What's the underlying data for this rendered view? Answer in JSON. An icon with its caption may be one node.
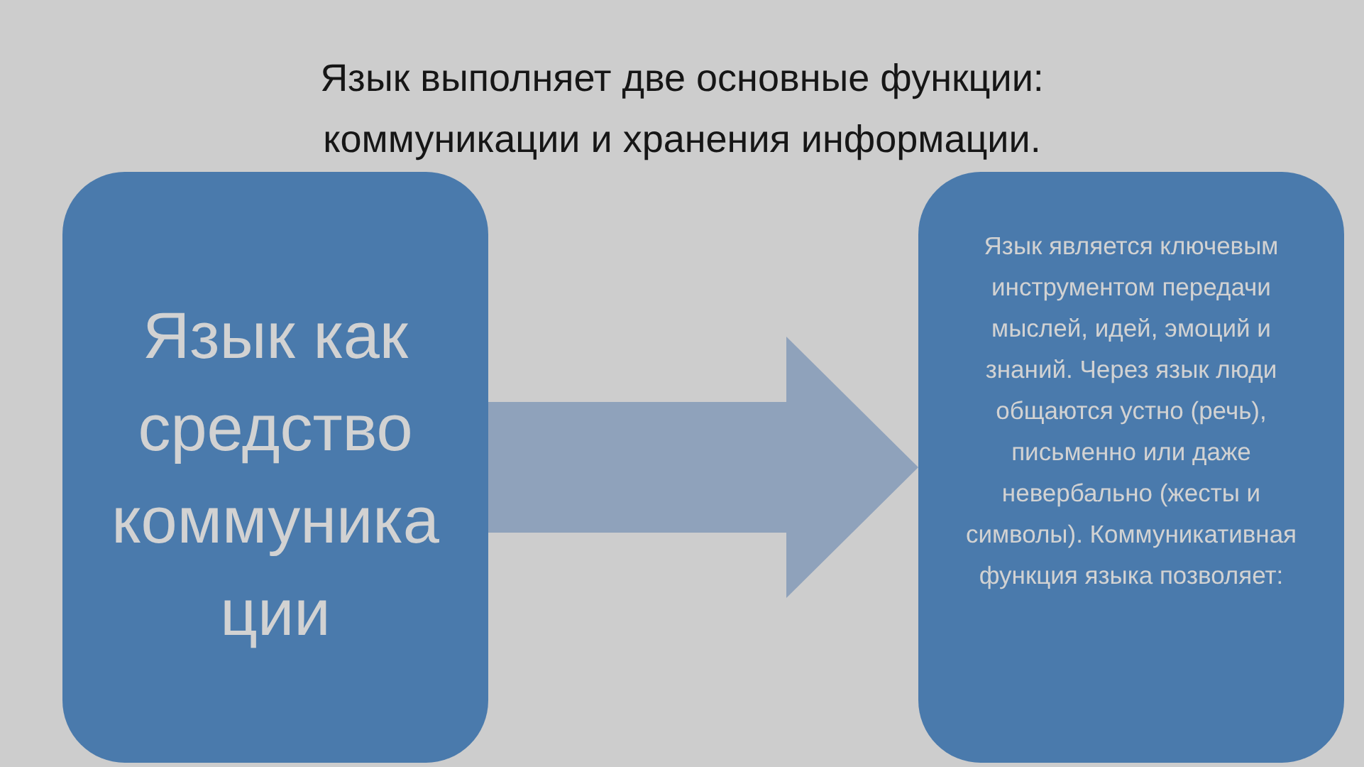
{
  "diagram": {
    "title": "Язык выполняет две основные функции: коммуникации и хранения информации.",
    "nodes": [
      {
        "text": [
          "Язык как средство коммуникации"
        ]
      },
      {
        "text": [
          "Язык является ключевым инструментом передачи мыслей, идей, эмоций и знаний. Через язык люди общаются устно (речь), письменно или даже невербально (жесты и символы). Коммуникативная функция языка позволяет:"
        ]
      }
    ],
    "edges": [
      {
        "from": 0,
        "to": 1,
        "arrow": "to",
        "style": "thick"
      }
    ]
  }
}
